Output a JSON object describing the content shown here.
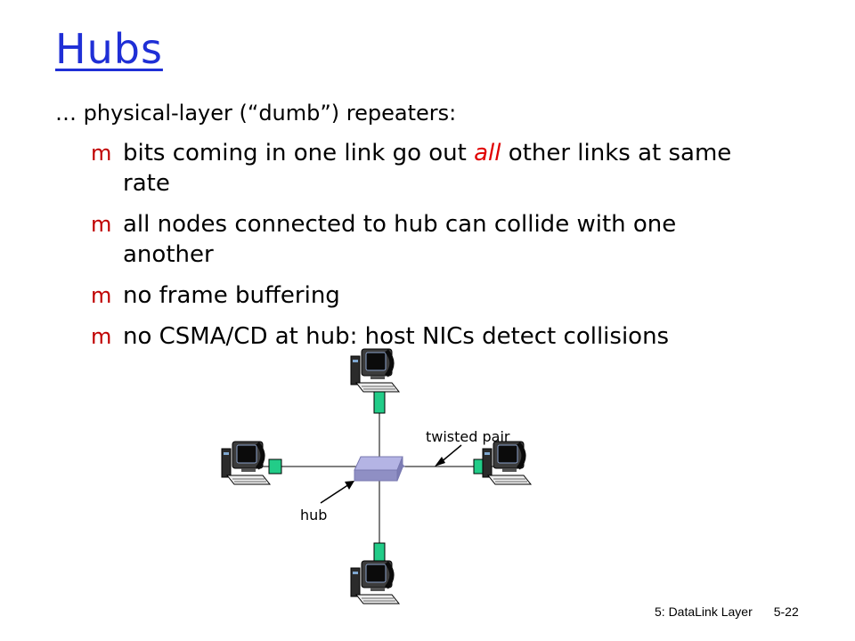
{
  "slide": {
    "title": "Hubs",
    "intro": "… physical-layer (“dumb”) repeaters:",
    "bullets": [
      {
        "before": "bits coming in one link go out ",
        "emphasis": "all",
        "after": " other links at same rate"
      },
      {
        "before": "all nodes connected to hub can collide with one another",
        "emphasis": "",
        "after": ""
      },
      {
        "before": "no frame buffering",
        "emphasis": "",
        "after": ""
      },
      {
        "before": "no CSMA/CD at hub: host NICs detect collisions",
        "emphasis": "",
        "after": ""
      }
    ],
    "bullet_marker": "m"
  },
  "diagram": {
    "labels": {
      "link": "twisted pair",
      "hub": "hub"
    },
    "hosts": [
      "top",
      "left",
      "right",
      "bottom"
    ]
  },
  "footer": {
    "chapter": "5: DataLink Layer",
    "page": "5-22"
  },
  "colors": {
    "title": "#1f2fd6",
    "emphasis": "#e00000",
    "hub": "#a9a9d9",
    "nic": "#22cc88"
  }
}
